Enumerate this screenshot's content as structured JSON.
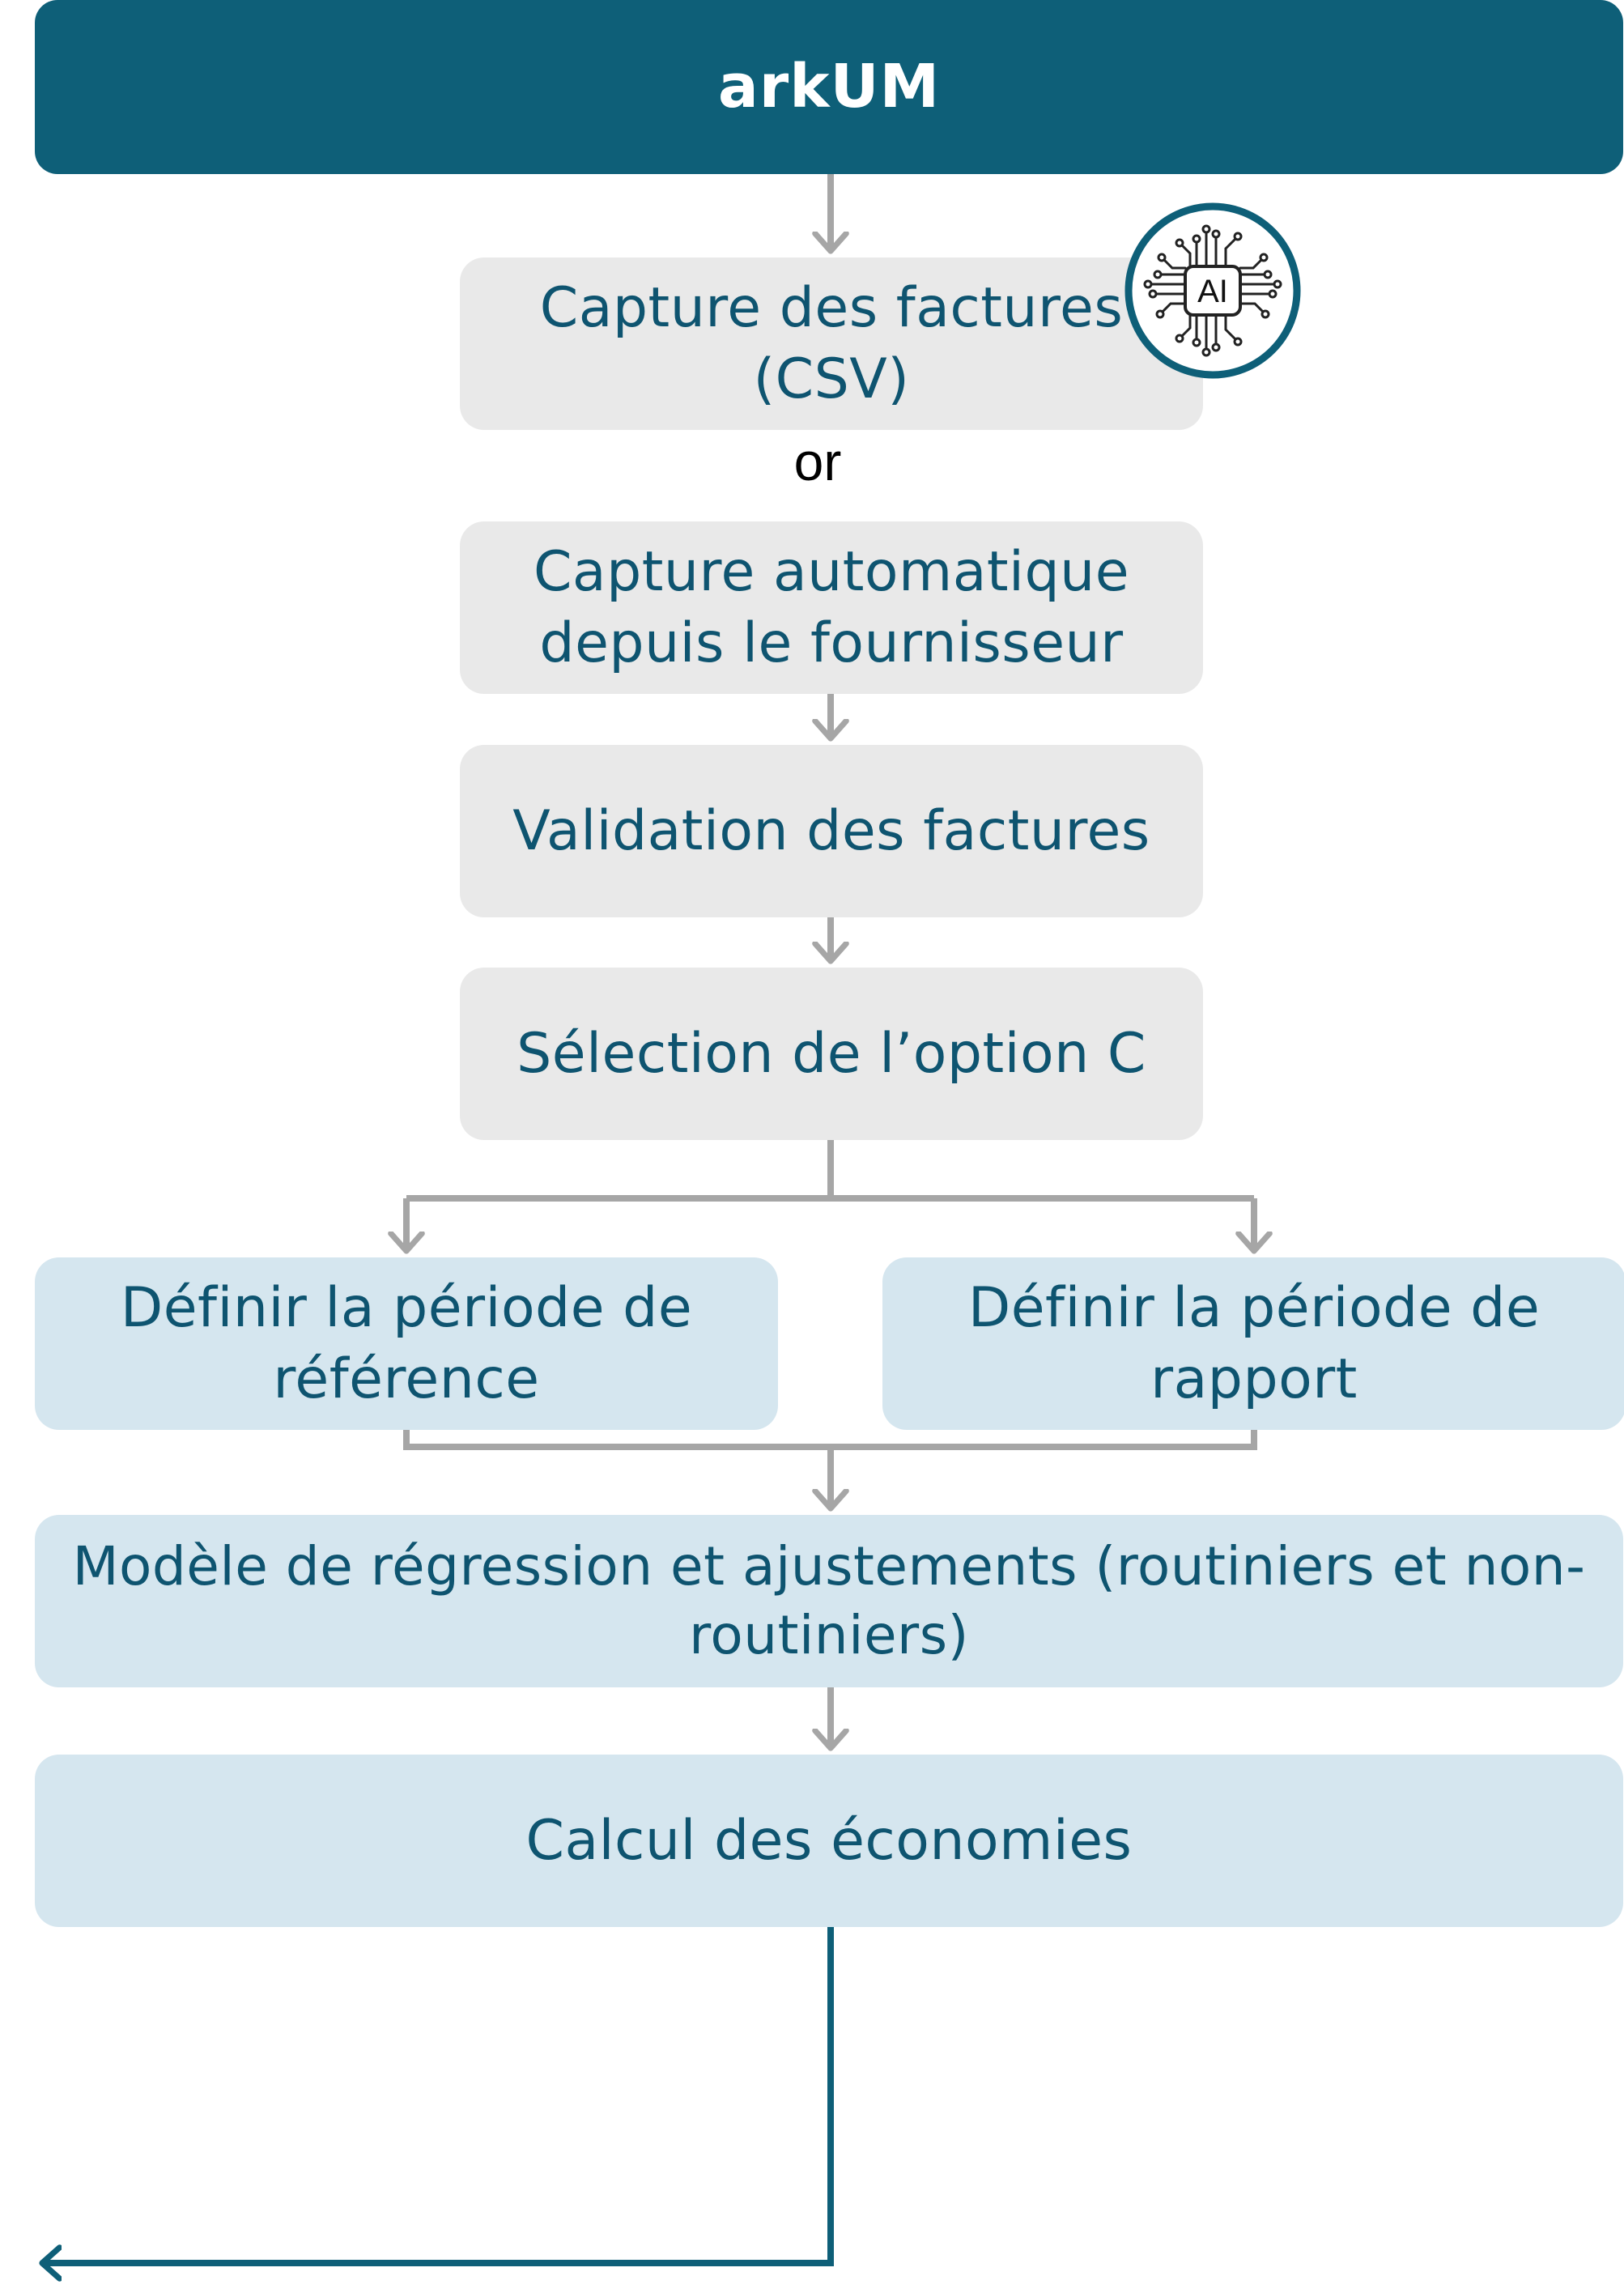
{
  "header": {
    "title": "arkUM"
  },
  "steps": {
    "capture_csv": "Capture des factures\n(CSV)",
    "or": "or",
    "capture_auto": "Capture automatique\ndepuis le fournisseur",
    "validation": "Validation des factures",
    "option": "Sélection de l’option C",
    "periode_reference": "Définir la période de\nréférence",
    "periode_rapport": "Définir la période de\nrapport",
    "regression": "Modèle de régression et ajustements (routiniers et non-\nroutiniers)",
    "economies": "Calcul des économies"
  },
  "badge": {
    "label": "AI",
    "icon": "ai-chip-icon"
  },
  "colors": {
    "header_bg": "#0e5f78",
    "text": "#0e5470",
    "grey_box": "#e9e9e9",
    "blue_box": "#d5e6ef",
    "connector_grey": "#a6a6a6",
    "connector_teal": "#0e5f78"
  }
}
